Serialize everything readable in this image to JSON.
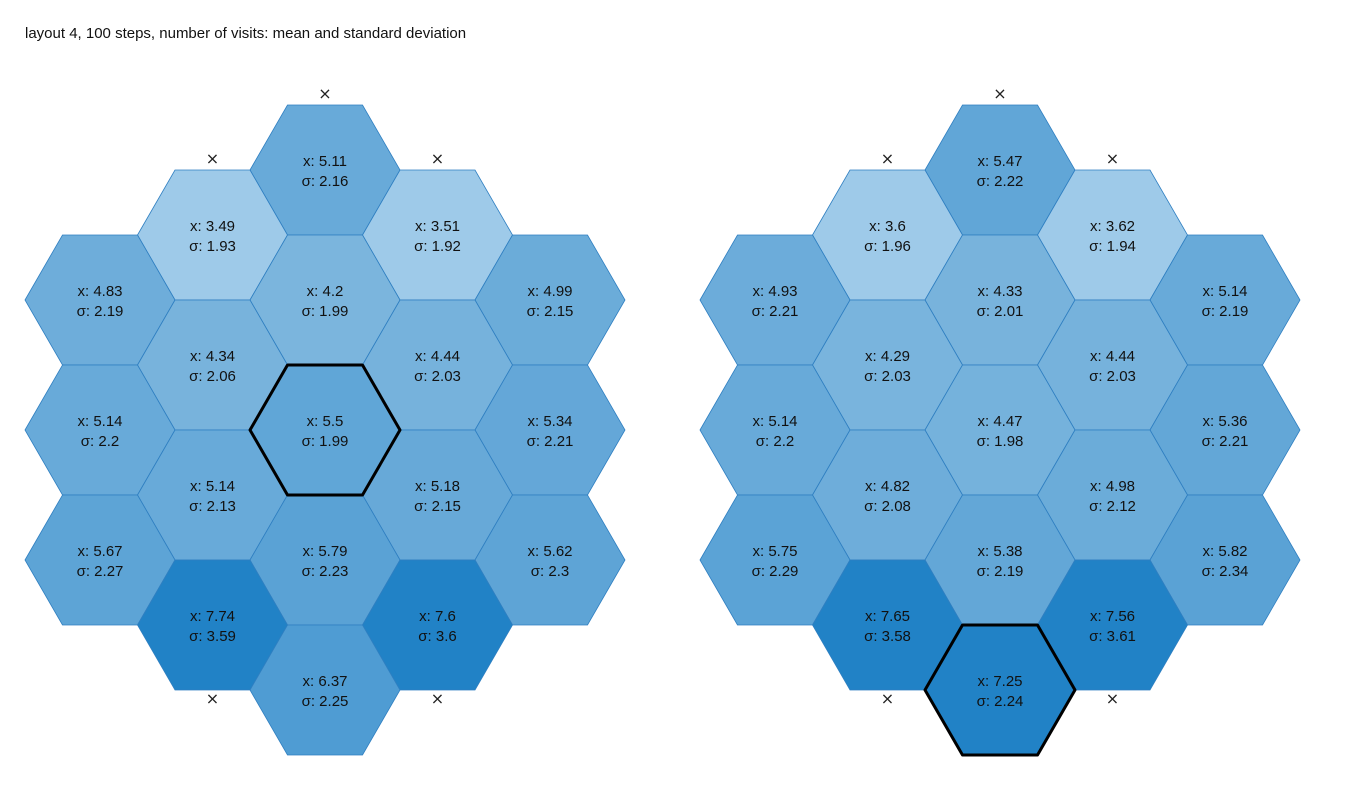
{
  "title": "layout 4, 100 steps, number of visits: mean and standard deviation",
  "mean_prefix": "x: ",
  "sd_prefix": "σ: ",
  "blocked_marker": "×",
  "colors": {
    "light": "#9ecae9",
    "mid": "#6baed6",
    "dark": "#2182c6",
    "stroke": "#2f7fc1",
    "highlight": "#000000"
  },
  "panels": [
    {
      "highlighted_cell": "c",
      "cells": [
        {
          "id": "top",
          "mean": "5.11",
          "sd": "2.16"
        },
        {
          "id": "ul",
          "mean": "3.49",
          "sd": "1.93"
        },
        {
          "id": "ur",
          "mean": "3.51",
          "sd": "1.92"
        },
        {
          "id": "ll1",
          "mean": "4.83",
          "sd": "2.19"
        },
        {
          "id": "m1",
          "mean": "4.2",
          "sd": "1.99"
        },
        {
          "id": "rr1",
          "mean": "4.99",
          "sd": "2.15"
        },
        {
          "id": "l2",
          "mean": "4.34",
          "sd": "2.06"
        },
        {
          "id": "r2",
          "mean": "4.44",
          "sd": "2.03"
        },
        {
          "id": "ll3",
          "mean": "5.14",
          "sd": "2.2"
        },
        {
          "id": "c",
          "mean": "5.5",
          "sd": "1.99"
        },
        {
          "id": "rr3",
          "mean": "5.34",
          "sd": "2.21"
        },
        {
          "id": "l4",
          "mean": "5.14",
          "sd": "2.13"
        },
        {
          "id": "r4",
          "mean": "5.18",
          "sd": "2.15"
        },
        {
          "id": "ll5",
          "mean": "5.67",
          "sd": "2.27"
        },
        {
          "id": "m5",
          "mean": "5.79",
          "sd": "2.23"
        },
        {
          "id": "rr5",
          "mean": "5.62",
          "sd": "2.3"
        },
        {
          "id": "bl",
          "mean": "7.74",
          "sd": "3.59"
        },
        {
          "id": "br",
          "mean": "7.6",
          "sd": "3.6"
        },
        {
          "id": "bot",
          "mean": "6.37",
          "sd": "2.25"
        }
      ]
    },
    {
      "highlighted_cell": "bot",
      "cells": [
        {
          "id": "top",
          "mean": "5.47",
          "sd": "2.22"
        },
        {
          "id": "ul",
          "mean": "3.6",
          "sd": "1.96"
        },
        {
          "id": "ur",
          "mean": "3.62",
          "sd": "1.94"
        },
        {
          "id": "ll1",
          "mean": "4.93",
          "sd": "2.21"
        },
        {
          "id": "m1",
          "mean": "4.33",
          "sd": "2.01"
        },
        {
          "id": "rr1",
          "mean": "5.14",
          "sd": "2.19"
        },
        {
          "id": "l2",
          "mean": "4.29",
          "sd": "2.03"
        },
        {
          "id": "r2",
          "mean": "4.44",
          "sd": "2.03"
        },
        {
          "id": "ll3",
          "mean": "5.14",
          "sd": "2.2"
        },
        {
          "id": "c",
          "mean": "4.47",
          "sd": "1.98"
        },
        {
          "id": "rr3",
          "mean": "5.36",
          "sd": "2.21"
        },
        {
          "id": "l4",
          "mean": "4.82",
          "sd": "2.08"
        },
        {
          "id": "r4",
          "mean": "4.98",
          "sd": "2.12"
        },
        {
          "id": "ll5",
          "mean": "5.75",
          "sd": "2.29"
        },
        {
          "id": "m5",
          "mean": "5.38",
          "sd": "2.19"
        },
        {
          "id": "rr5",
          "mean": "5.82",
          "sd": "2.34"
        },
        {
          "id": "bl",
          "mean": "7.65",
          "sd": "3.58"
        },
        {
          "id": "br",
          "mean": "7.56",
          "sd": "3.61"
        },
        {
          "id": "bot",
          "mean": "7.25",
          "sd": "2.24"
        }
      ]
    }
  ]
}
